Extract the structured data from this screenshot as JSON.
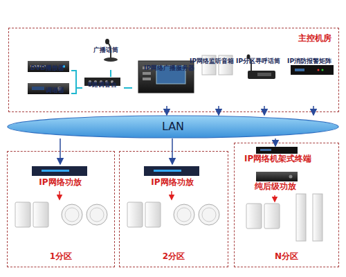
{
  "diagram": {
    "nodes": [
      {
        "text": [
          "主控机房"
        ]
      },
      {
        "text": [
          "广播话筒"
        ],
        "in": 0
      },
      {
        "text": [
          "DVD播放器"
        ],
        "in": 0
      },
      {
        "text": [
          "调谐器"
        ],
        "in": 0
      },
      {
        "text": [
          "8路调音台"
        ],
        "in": 0
      },
      {
        "text": [
          "IP网络广播服务器"
        ],
        "in": 0
      },
      {
        "text": [
          "IP网络监听音箱"
        ],
        "in": 0
      },
      {
        "text": [
          "IP分区寻呼话筒"
        ],
        "in": 0
      },
      {
        "text": [
          "IP消防报警矩阵"
        ],
        "in": 0
      },
      {
        "text": [
          "LAN"
        ]
      },
      {
        "text": [
          "1分区"
        ]
      },
      {
        "text": [
          "IP网络功放"
        ],
        "in": 10
      },
      {
        "text": [
          "2分区"
        ]
      },
      {
        "text": [
          "IP网络功放"
        ],
        "in": 12
      },
      {
        "text": [
          "N分区"
        ]
      },
      {
        "text": [
          "IP网络机架式终端"
        ],
        "in": 14
      },
      {
        "text": [
          "纯后级功放"
        ],
        "in": 14
      }
    ],
    "edges": [
      {
        "from": 2,
        "to": 4,
        "arrow": "none"
      },
      {
        "from": 3,
        "to": 4,
        "arrow": "none"
      },
      {
        "from": 1,
        "to": 4,
        "arrow": "none"
      },
      {
        "from": 4,
        "to": 5,
        "arrow": "none"
      },
      {
        "from": 5,
        "to": 9,
        "arrow": "to"
      },
      {
        "from": 6,
        "to": 9,
        "arrow": "to"
      },
      {
        "from": 7,
        "to": 9,
        "arrow": "to"
      },
      {
        "from": 8,
        "to": 9,
        "arrow": "to"
      },
      {
        "from": 9,
        "to": 11,
        "arrow": "to"
      },
      {
        "from": 9,
        "to": 13,
        "arrow": "to"
      },
      {
        "from": 9,
        "to": 15,
        "arrow": "to"
      }
    ]
  }
}
